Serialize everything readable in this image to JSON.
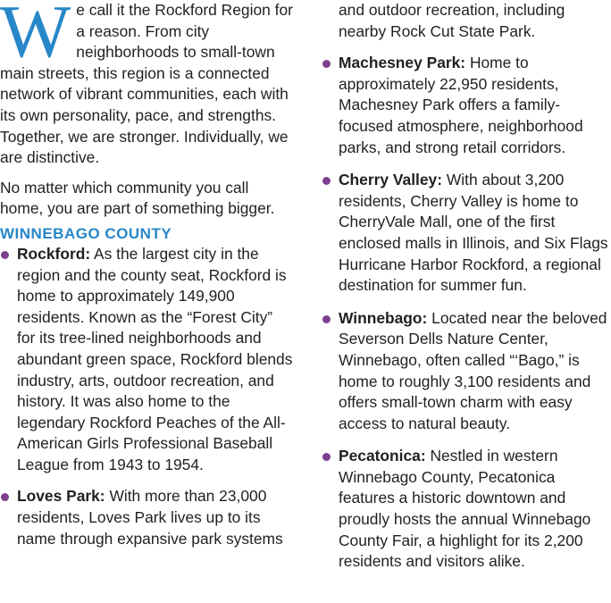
{
  "intro": {
    "drop_cap": "W",
    "paragraph1": "e call it the Rockford Region for a reason. From city neighborhoods to small-town main streets, this region is a connected network of vibrant communities, each with its own personality, pace, and strengths. Together, we are stronger. Individually, we are distinctive.",
    "paragraph2": "No matter which community you call home, you are part of something bigger."
  },
  "section": {
    "heading": "WINNEBAGO COUNTY",
    "accent_color": "#2787c8",
    "bullet_color": "#7d3f8e"
  },
  "left_items": [
    {
      "name": "Rockford:",
      "text": " As the largest city in the region and the county seat, Rockford is home to approximately 149,900 residents. Known as the “Forest City” for its tree-lined neighborhoods and abundant green space, Rockford blends industry, arts, outdoor recreation, and history. It was also home to the legendary Rockford Peaches of the All-American Girls Professional Baseball League from 1943 to 1954."
    },
    {
      "name": "Loves Park:",
      "text": " With more than 23,000 residents, Loves Park lives up to its name through expansive park systems"
    }
  ],
  "right_continuation": "and outdoor recreation, including nearby Rock Cut State Park.",
  "right_items": [
    {
      "name": "Machesney Park:",
      "text": " Home to approximately 22,950 residents, Machesney Park offers a family-focused atmosphere, neighborhood parks, and strong retail corridors."
    },
    {
      "name": "Cherry Valley:",
      "text": " With about 3,200 residents, Cherry Valley is home to CherryVale Mall, one of the first enclosed malls in Illinois, and Six Flags Hurricane Harbor Rockford, a regional destination for summer fun."
    },
    {
      "name": "Winnebago:",
      "text": " Located near the beloved Severson Dells Nature Center, Winnebago, often called “‘Bago,” is home to roughly 3,100 residents and offers small-town charm with easy access to natural beauty."
    },
    {
      "name": "Pecatonica:",
      "text": " Nestled in western Winnebago County, Pecatonica features a historic downtown and proudly hosts the annual Winnebago County Fair, a highlight for its 2,200 residents and visitors alike."
    }
  ]
}
